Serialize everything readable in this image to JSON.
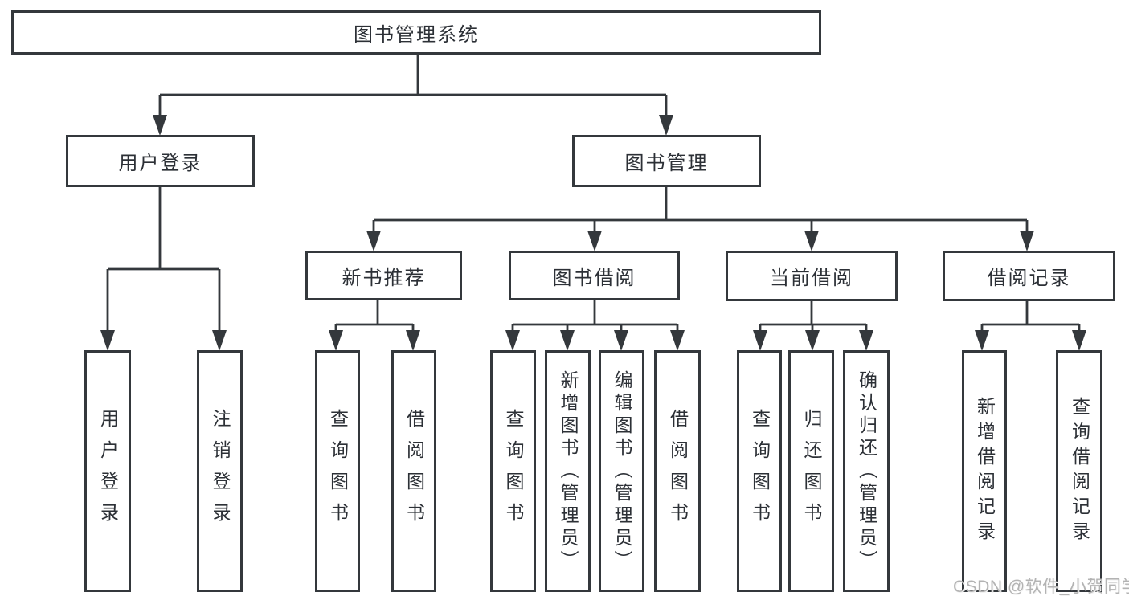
{
  "diagram": {
    "root": {
      "label": "图书管理系统"
    },
    "user_login_branch": {
      "label": "用户登录",
      "children": [
        {
          "label": "用户登录"
        },
        {
          "label": "注销登录"
        }
      ]
    },
    "book_mgmt_branch": {
      "label": "图书管理",
      "sections": [
        {
          "label": "新书推荐",
          "children": [
            {
              "label": "查询图书"
            },
            {
              "label": "借阅图书"
            }
          ]
        },
        {
          "label": "图书借阅",
          "children": [
            {
              "label": "查询图书"
            },
            {
              "label": "新增图书（管理员）"
            },
            {
              "label": "编辑图书（管理员）"
            },
            {
              "label": "借阅图书"
            }
          ]
        },
        {
          "label": "当前借阅",
          "children": [
            {
              "label": "查询图书"
            },
            {
              "label": "归还图书"
            },
            {
              "label": "确认归还（管理员）"
            }
          ]
        },
        {
          "label": "借阅记录",
          "children": [
            {
              "label": "新增借阅记录"
            },
            {
              "label": "查询借阅记录"
            }
          ]
        }
      ]
    },
    "watermark": "CSDN @软件_小贺同学",
    "colors": {
      "line": "#34383c",
      "box_border": "#34383c",
      "text": "#2c3036",
      "watermark": "#b3b3b3",
      "background": "#ffffff"
    }
  }
}
